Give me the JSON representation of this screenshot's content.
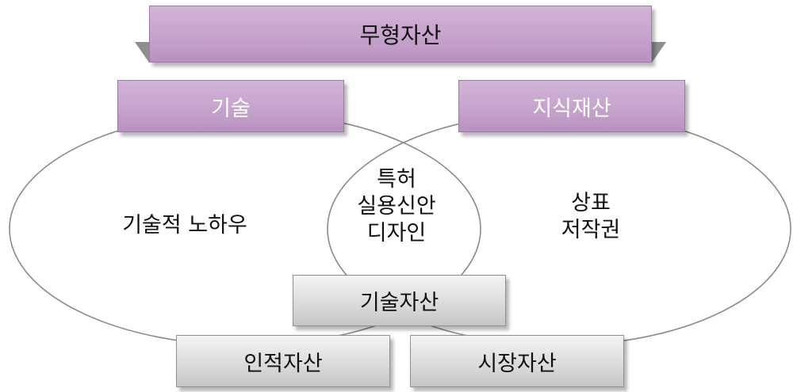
{
  "title": "무형자산",
  "categories": {
    "technology": "기술",
    "intellectual_property": "지식재산"
  },
  "regions": {
    "technology_only": [
      "기술적 노하우"
    ],
    "overlap": [
      "특허",
      "실용신안",
      "디자인"
    ],
    "ip_only": [
      "상표",
      "저작권"
    ]
  },
  "assets": {
    "technology_asset": "기술자산",
    "human_asset": "인적자산",
    "market_asset": "시장자산"
  },
  "colors": {
    "purple_box": "#c6a3cc",
    "gray_box": "#dcdcdc",
    "outline": "#8a8a8a"
  }
}
